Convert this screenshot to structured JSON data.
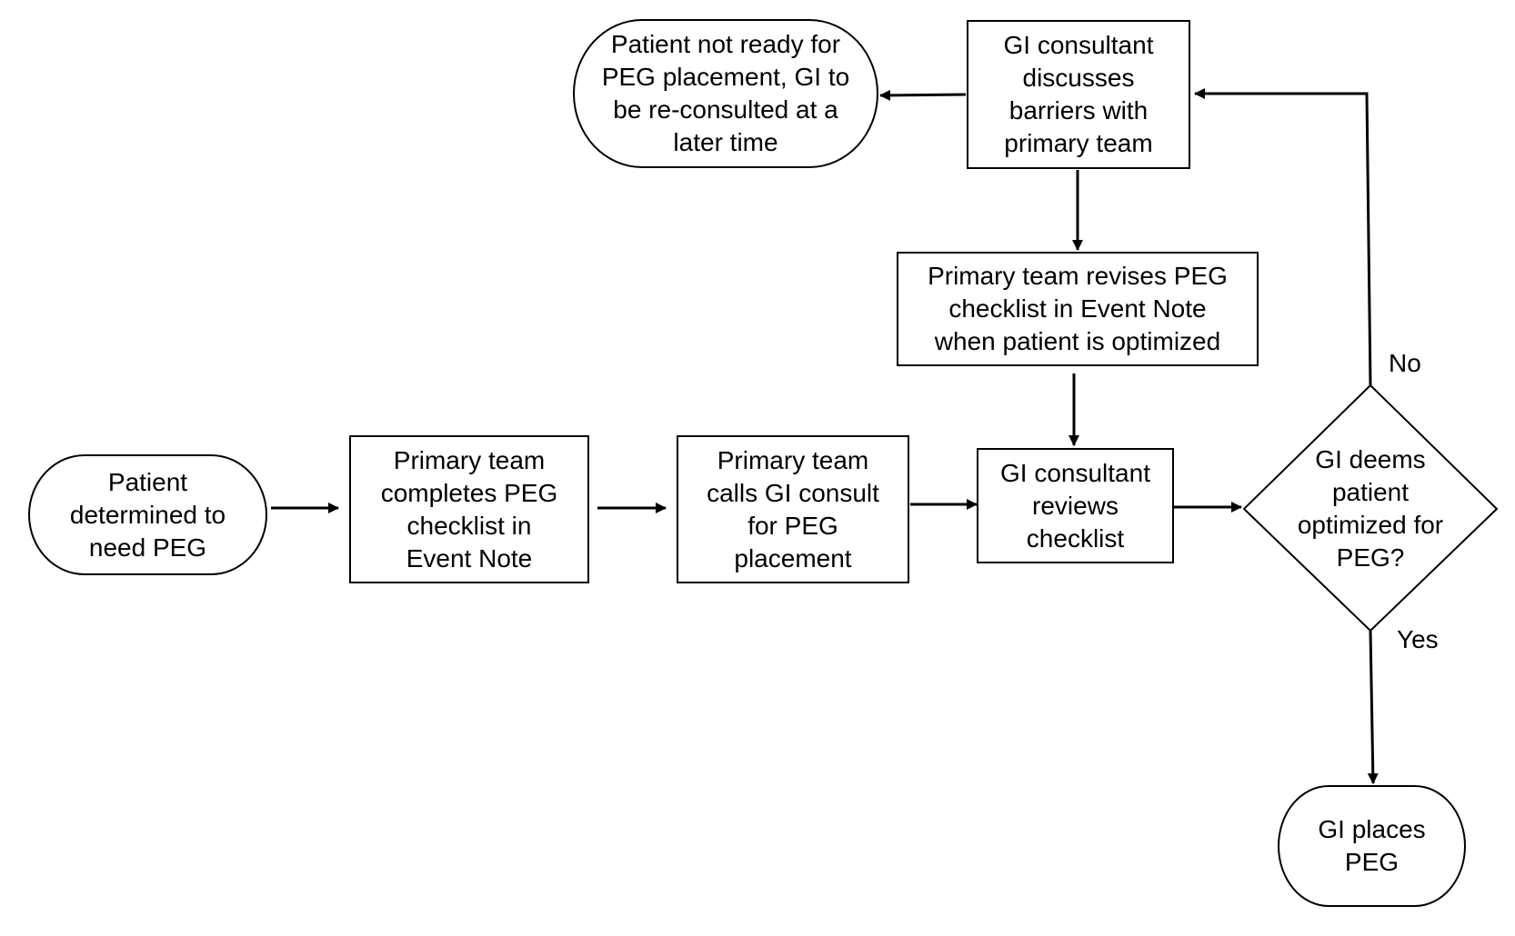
{
  "nodes": {
    "start": "Patient\ndetermined to\nneed PEG",
    "completes_checklist": "Primary team\ncompletes PEG\nchecklist in\nEvent Note",
    "calls_consult": "Primary team\ncalls GI consult\nfor PEG\nplacement",
    "reviews_checklist": "GI consultant\nreviews\nchecklist",
    "decision": "GI deems\npatient\noptimized for\nPEG?",
    "discusses_barriers": "GI consultant\ndiscusses\nbarriers with\nprimary team",
    "not_ready": "Patient not ready for\nPEG placement, GI to\nbe re-consulted at a\nlater time",
    "revises_checklist": "Primary team revises PEG\nchecklist in Event Note\nwhen patient is optimized",
    "places_peg": "GI places\nPEG"
  },
  "edge_labels": {
    "no": "No",
    "yes": "Yes"
  }
}
